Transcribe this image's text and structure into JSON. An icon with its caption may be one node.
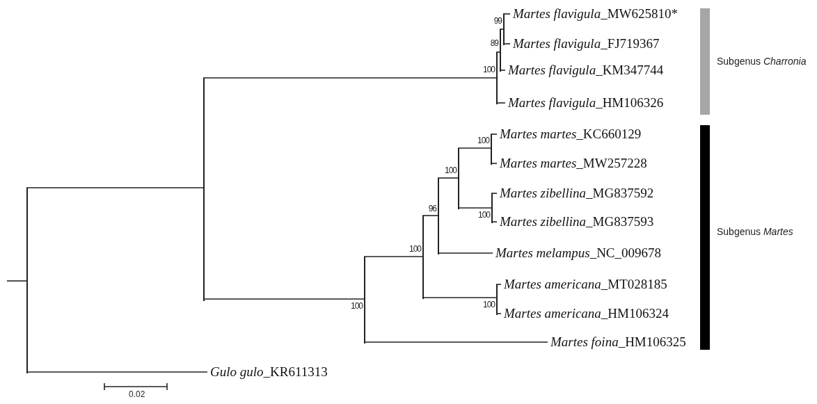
{
  "diagram": {
    "nodes": [
      {
        "text": [],
        "shape": "line"
      },
      {
        "text": [],
        "shape": "line"
      },
      {
        "text": [],
        "shape": "line",
        "beside": [
          "100"
        ]
      },
      {
        "text": [],
        "shape": "line",
        "beside": [
          "89"
        ]
      },
      {
        "text": [],
        "shape": "line",
        "beside": [
          "99"
        ]
      },
      {
        "text": [
          "Martes flavigula_MW625810*"
        ]
      },
      {
        "text": [
          "Martes flavigula_FJ719367"
        ]
      },
      {
        "text": [
          "Martes flavigula_KM347744"
        ]
      },
      {
        "text": [
          "Martes flavigula_HM106326"
        ]
      },
      {
        "text": [],
        "shape": "line",
        "beside": [
          "100"
        ]
      },
      {
        "text": [],
        "shape": "line",
        "beside": [
          "100"
        ]
      },
      {
        "text": [],
        "shape": "line",
        "beside": [
          "96"
        ]
      },
      {
        "text": [],
        "shape": "line",
        "beside": [
          "100"
        ]
      },
      {
        "text": [],
        "shape": "line",
        "beside": [
          "100"
        ]
      },
      {
        "text": [
          "Martes martes_KC660129"
        ]
      },
      {
        "text": [
          "Martes martes_MW257228"
        ]
      },
      {
        "text": [],
        "shape": "line",
        "beside": [
          "100"
        ]
      },
      {
        "text": [
          "Martes zibellina_MG837592"
        ]
      },
      {
        "text": [
          "Martes zibellina_MG837593"
        ]
      },
      {
        "text": [
          "Martes melampus_NC_009678"
        ]
      },
      {
        "text": [],
        "shape": "line",
        "beside": [
          "100"
        ]
      },
      {
        "text": [
          "Martes americana_MT028185"
        ]
      },
      {
        "text": [
          "Martes americana_HM106324"
        ]
      },
      {
        "text": [
          "Martes foina_HM106325"
        ]
      },
      {
        "text": [
          "Gulo gulo_KR611313"
        ]
      },
      {
        "text": [
          "Subgenus *Charronia*"
        ]
      },
      {
        "text": [
          "Subgenus *Martes*"
        ]
      }
    ],
    "edges": [
      {
        "from": null,
        "to": 0,
        "arrow": "none"
      },
      {
        "from": 0,
        "to": 1,
        "arrow": "none"
      },
      {
        "from": 1,
        "to": 2,
        "arrow": "none"
      },
      {
        "from": 2,
        "to": 3,
        "arrow": "none"
      },
      {
        "from": 3,
        "to": 4,
        "arrow": "none"
      },
      {
        "from": 4,
        "to": 5,
        "arrow": "none"
      },
      {
        "from": 4,
        "to": 6,
        "arrow": "none"
      },
      {
        "from": 3,
        "to": 7,
        "arrow": "none"
      },
      {
        "from": 2,
        "to": 8,
        "arrow": "none"
      },
      {
        "from": 1,
        "to": 9,
        "arrow": "none"
      },
      {
        "from": 9,
        "to": 10,
        "arrow": "none"
      },
      {
        "from": 10,
        "to": 11,
        "arrow": "none"
      },
      {
        "from": 11,
        "to": 12,
        "arrow": "none"
      },
      {
        "from": 12,
        "to": 13,
        "arrow": "none"
      },
      {
        "from": 13,
        "to": 14,
        "arrow": "none"
      },
      {
        "from": 13,
        "to": 15,
        "arrow": "none"
      },
      {
        "from": 12,
        "to": 16,
        "arrow": "none"
      },
      {
        "from": 16,
        "to": 17,
        "arrow": "none"
      },
      {
        "from": 16,
        "to": 18,
        "arrow": "none"
      },
      {
        "from": 11,
        "to": 19,
        "arrow": "none"
      },
      {
        "from": 10,
        "to": 20,
        "arrow": "none"
      },
      {
        "from": 20,
        "to": 21,
        "arrow": "none"
      },
      {
        "from": 20,
        "to": 22,
        "arrow": "none"
      },
      {
        "from": 9,
        "to": 23,
        "arrow": "none"
      },
      {
        "from": 0,
        "to": 24,
        "arrow": "none"
      }
    ],
    "labels": [
      "0.02"
    ]
  }
}
